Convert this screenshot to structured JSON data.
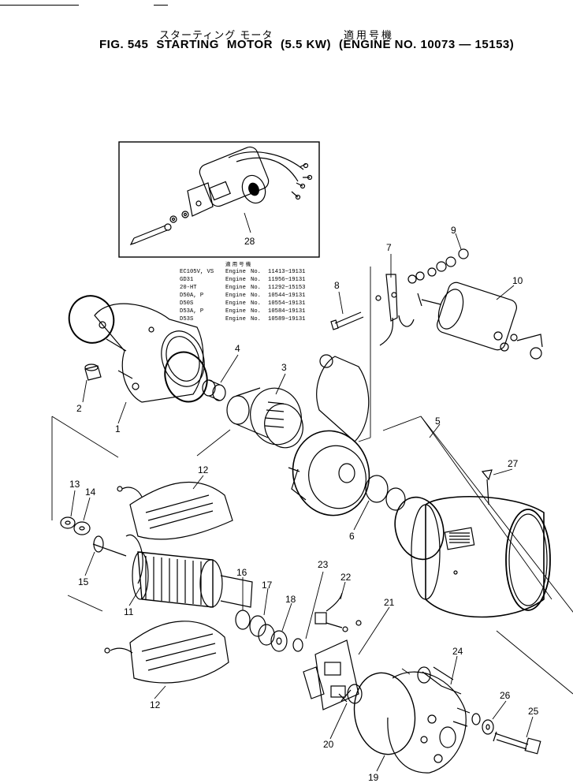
{
  "header": {
    "jp_title": "スターティング モータ",
    "jp_applicable": "適用号機",
    "fig": "FIG. 545",
    "name": "STARTING",
    "name2": "MOTOR",
    "rating": "(5.5 KW)",
    "engine_range": "(ENGINE NO. 10073 — 15153)"
  },
  "applicability": {
    "header": "適 用 号 機",
    "rows": [
      {
        "model": "EC105V, VS",
        "engine": "Engine",
        "no": "No.",
        "range": "11413~19131"
      },
      {
        "model": "GD31",
        "engine": "Engine",
        "no": "No.",
        "range": "11956~19131"
      },
      {
        "model": "20-HT",
        "engine": "Engine",
        "no": "No.",
        "range": "11292~15153"
      },
      {
        "model": "D50A, P",
        "engine": "Engine",
        "no": "No.",
        "range": "10544~19131"
      },
      {
        "model": "D50S",
        "engine": "Engine",
        "no": "No.",
        "range": "10554~19131"
      },
      {
        "model": "D53A, P",
        "engine": "Engine",
        "no": "No.",
        "range": "10584~19131"
      },
      {
        "model": "D53S",
        "engine": "Engine",
        "no": "No.",
        "range": "10589~19131"
      }
    ]
  },
  "callouts": {
    "c1": "1",
    "c2": "2",
    "c3": "3",
    "c4": "4",
    "c5": "5",
    "c6": "6",
    "c7": "7",
    "c8": "8",
    "c9": "9",
    "c10": "10",
    "c11": "11",
    "c12a": "12",
    "c12b": "12",
    "c13": "13",
    "c14": "14",
    "c15": "15",
    "c16": "16",
    "c17": "17",
    "c18": "18",
    "c19": "19",
    "c20": "20",
    "c21": "21",
    "c22": "22",
    "c23": "23",
    "c24": "24",
    "c25": "25",
    "c26": "26",
    "c27": "27",
    "c28": "28"
  }
}
